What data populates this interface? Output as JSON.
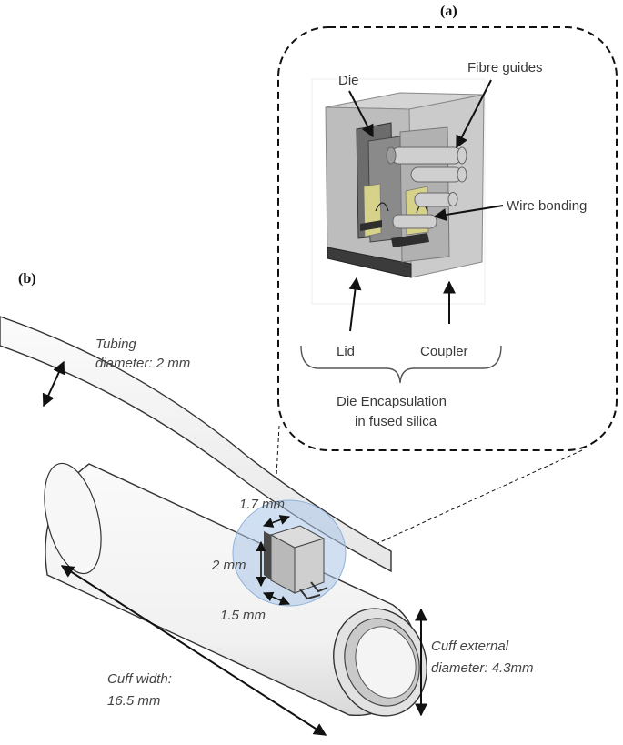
{
  "panel_a": {
    "tag": "(a)",
    "labels": {
      "die": "Die",
      "fibre_guides": "Fibre guides",
      "wire_bonding": "Wire bonding",
      "lid": "Lid",
      "coupler": "Coupler",
      "encapsulation_line1": "Die Encapsulation",
      "encapsulation_line2": "in fused silica"
    }
  },
  "panel_b": {
    "tag": "(b)",
    "labels": {
      "tubing_line1": "Tubing",
      "tubing_line2": "diameter: 2 mm",
      "dim_top": "1.7 mm",
      "dim_height": "2 mm",
      "dim_bottom": "1.5 mm",
      "cuff_width_line1": "Cuff width:",
      "cuff_width_line2": "16.5 mm",
      "cuff_diam_line1": "Cuff external",
      "cuff_diam_line2": "diameter: 4.3mm"
    }
  },
  "colors": {
    "outline": "#111111",
    "cuff_fill": "#f4f4f4",
    "highlight": "#a9c6e8",
    "encapsulation": "#c9c9c9",
    "pad": "#d6d28a"
  }
}
